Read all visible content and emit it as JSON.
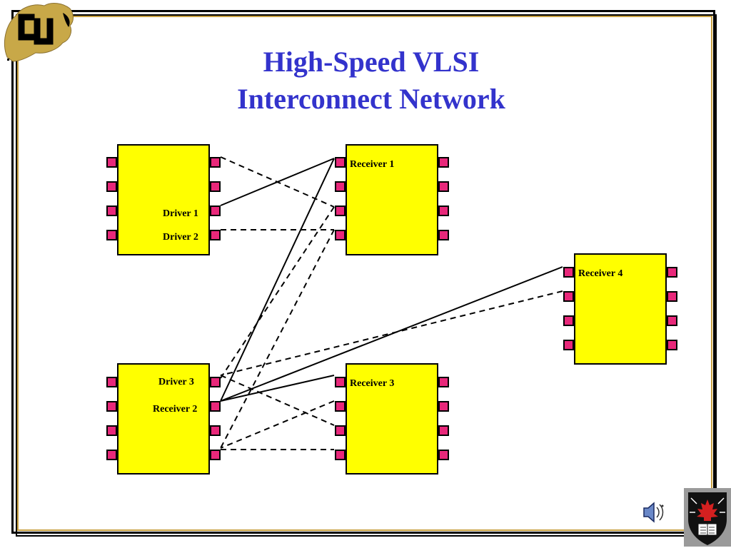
{
  "slide": {
    "title_line1": "High-Speed VLSI",
    "title_line2": "Interconnect Network"
  },
  "labels": {
    "driver1": "Driver 1",
    "driver2": "Driver 2",
    "driver3": "Driver 3",
    "receiver1": "Receiver 1",
    "receiver2": "Receiver 2",
    "receiver3": "Receiver 3",
    "receiver4": "Receiver 4"
  },
  "colors": {
    "title": "#3333cc",
    "chip_fill": "#ffff00",
    "pin_fill": "#e8287a",
    "frame_accent": "#c8a040"
  },
  "icons": {
    "top_left_logo": "cu-buffalo-logo",
    "bottom_right_logo": "shield-crest-logo",
    "audio": "speaker-icon"
  }
}
